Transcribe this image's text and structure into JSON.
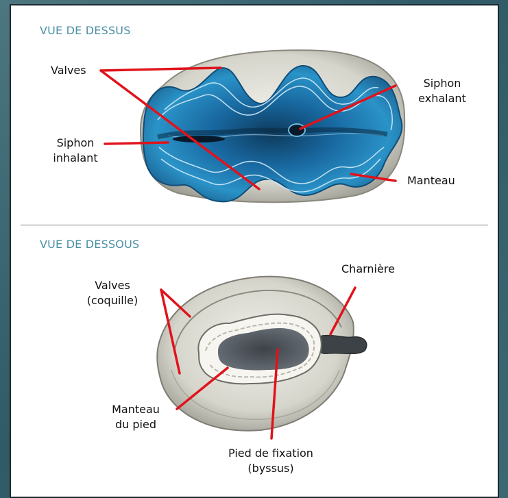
{
  "sections": {
    "top": {
      "title": "VUE DE DESSUS",
      "labels": {
        "valves": "Valves",
        "siphon_inhalant_1": "Siphon",
        "siphon_inhalant_2": "inhalant",
        "siphon_exhalant_1": "Siphon",
        "siphon_exhalant_2": "exhalant",
        "manteau": "Manteau"
      }
    },
    "bottom": {
      "title": "VUE DE DESSOUS",
      "labels": {
        "valves_1": "Valves",
        "valves_2": "(coquille)",
        "charniere": "Charnière",
        "manteau_pied_1": "Manteau",
        "manteau_pied_2": "du pied",
        "pied_fixation_1": "Pied de fixation",
        "pied_fixation_2": "(byssus)"
      }
    }
  },
  "colors": {
    "title": "#4a8fa5",
    "pointer": "#e0131b",
    "mantle_blue": "#1f73b0",
    "shell": "#d9d8cf"
  }
}
